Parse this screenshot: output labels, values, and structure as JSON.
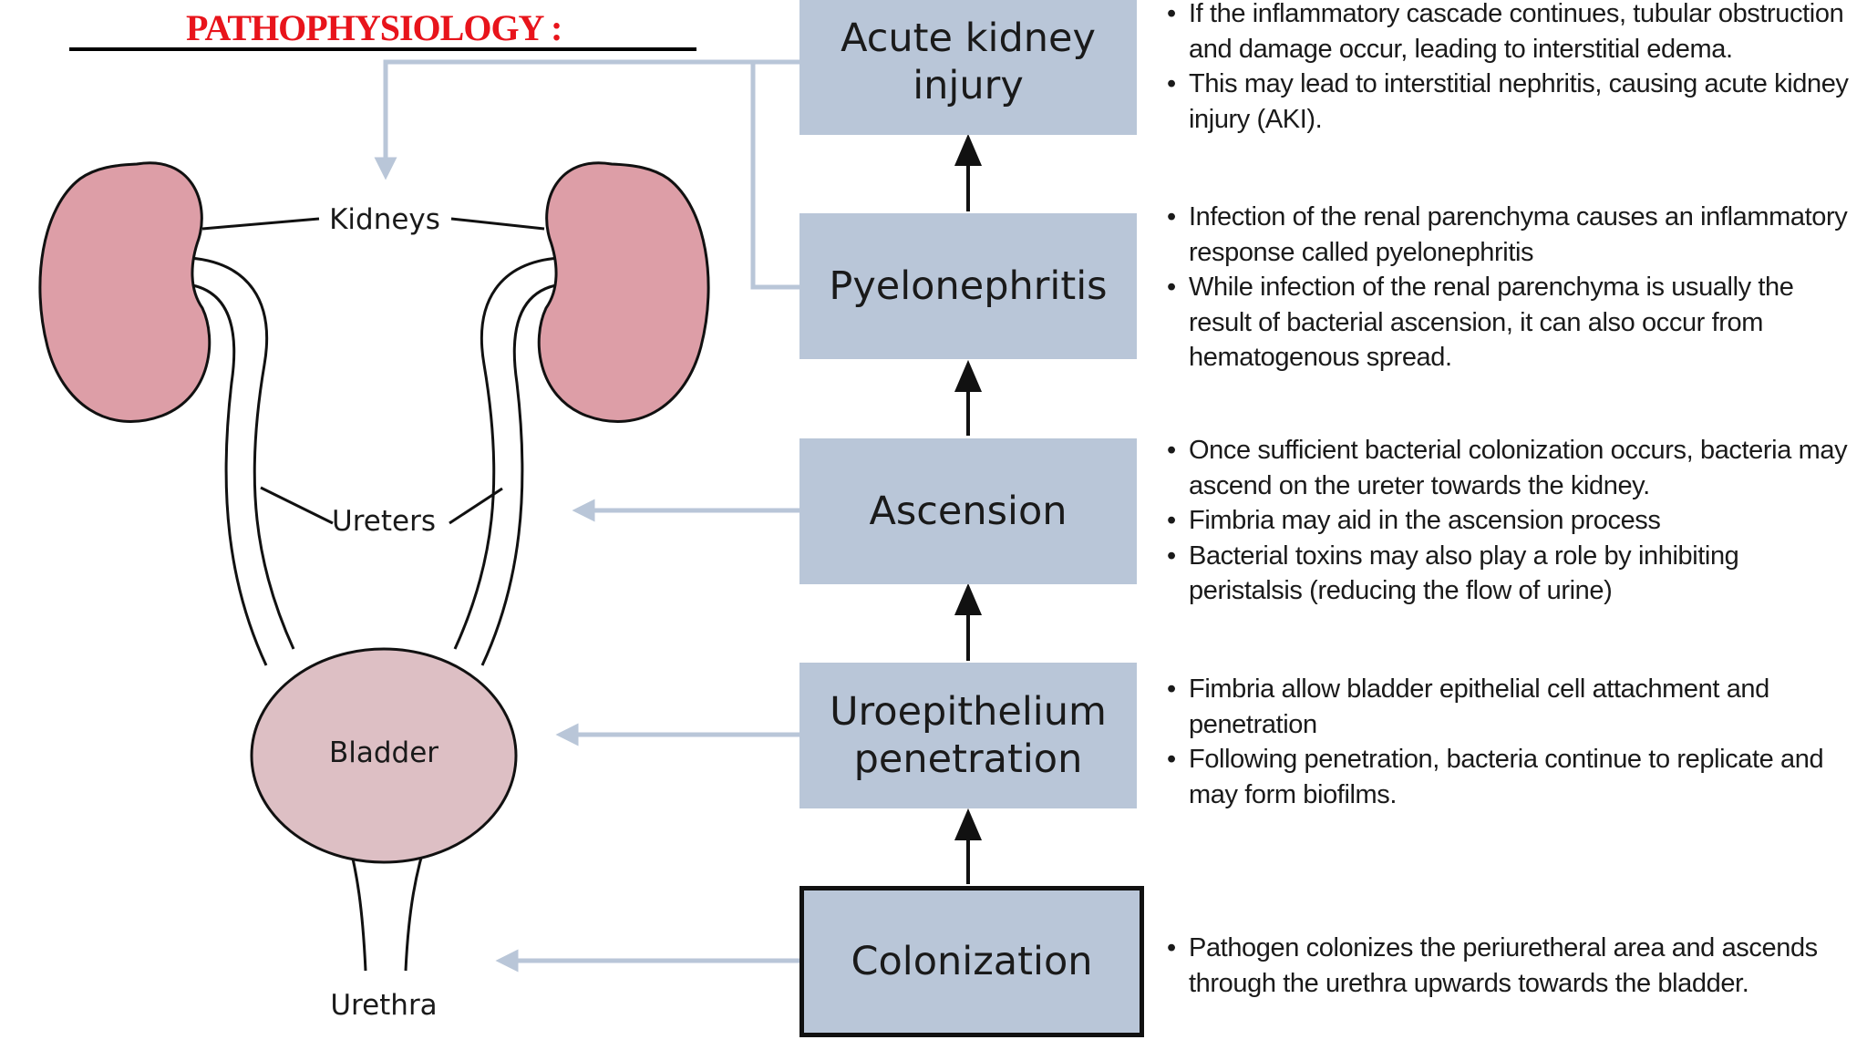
{
  "heading": "PATHOPHYSIOLOGY :",
  "colors": {
    "heading": "#e8141b",
    "kidney_fill": "#dd9ea7",
    "bladder_fill": "#ddbfc4",
    "box_fill": "#b9c6d8",
    "connector_arrow": "#b9c6d8",
    "step_arrow": "#111111"
  },
  "anatomy": {
    "kidneys": "Kidneys",
    "ureters": "Ureters",
    "bladder": "Bladder",
    "urethra": "Urethra"
  },
  "steps": [
    {
      "label": "Acute kidney\ninjury",
      "notes": [
        "If the inflammatory cascade continues, tubular obstruction and damage occur, leading to interstitial edema.",
        "This may lead to interstitial nephritis, causing acute kidney injury (AKI)."
      ]
    },
    {
      "label": "Pyelonephritis",
      "notes": [
        "Infection of the renal parenchyma causes an inflammatory response called pyelonephritis",
        "While infection of the renal parenchyma is usually the result of bacterial ascension, it can also occur from hematogenous spread."
      ]
    },
    {
      "label": "Ascension",
      "notes": [
        "Once sufficient bacterial colonization occurs, bacteria may ascend on the ureter towards the kidney.",
        "Fimbria may aid in the ascension process",
        "Bacterial toxins may also play a role by inhibiting peristalsis (reducing the flow of urine)"
      ]
    },
    {
      "label": "Uroepithelium\npenetration",
      "notes": [
        "Fimbria allow bladder epithelial cell attachment and penetration",
        "Following penetration, bacteria continue to replicate and may form biofilms."
      ]
    },
    {
      "label": "Colonization",
      "current": true,
      "notes": [
        "Pathogen colonizes the periuretheral area and ascends through the urethra upwards towards the bladder."
      ]
    }
  ]
}
